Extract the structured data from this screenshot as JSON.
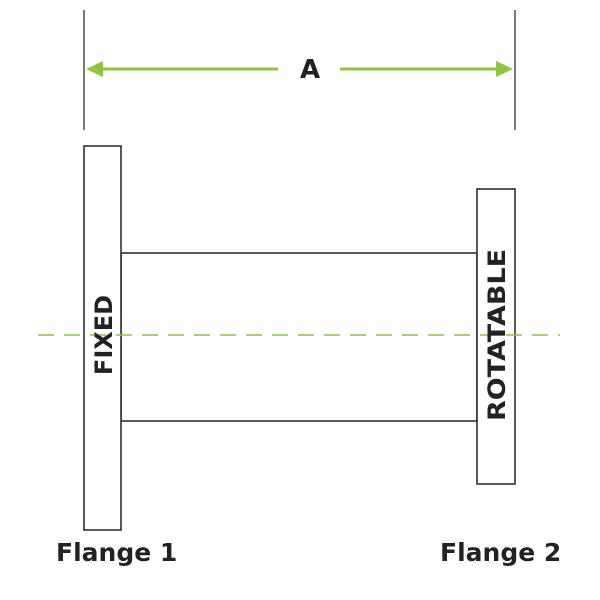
{
  "dimension": {
    "label": "A"
  },
  "flanges": {
    "fixed": {
      "side_text": "FIXED",
      "caption": "Flange 1"
    },
    "rotatable": {
      "side_text": "ROTATABLE",
      "caption": "Flange 2"
    }
  },
  "colors": {
    "accent": "#8cc63f",
    "line": "#222222",
    "text": "#222222",
    "background": "#ffffff"
  }
}
